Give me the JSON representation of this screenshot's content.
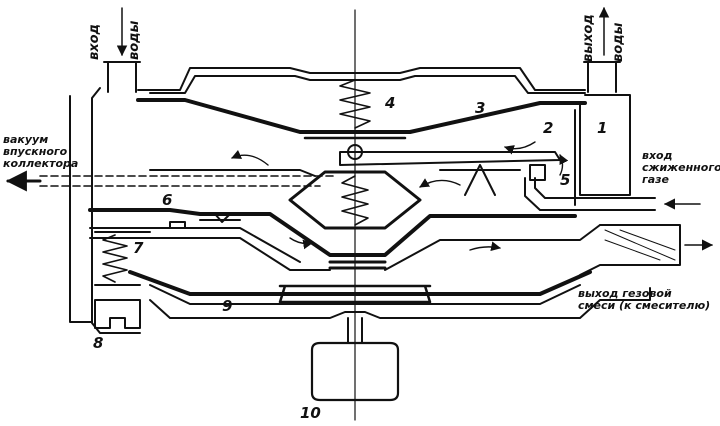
{
  "labels": {
    "water_in": [
      "вход",
      "воды"
    ],
    "water_out": [
      "выход",
      "воды"
    ],
    "vacuum": [
      "вакуум",
      "впускного",
      "коллектора"
    ],
    "gas_in": [
      "вход",
      "сжиженного",
      "газе"
    ],
    "mix_out": [
      "выход гезовой",
      "смеси (к смесителю)"
    ]
  },
  "numbers": [
    "1",
    "2",
    "3",
    "4",
    "5",
    "6",
    "7",
    "8",
    "9",
    "10"
  ],
  "colors": {
    "ink": "#111111",
    "background": "#ffffff"
  }
}
